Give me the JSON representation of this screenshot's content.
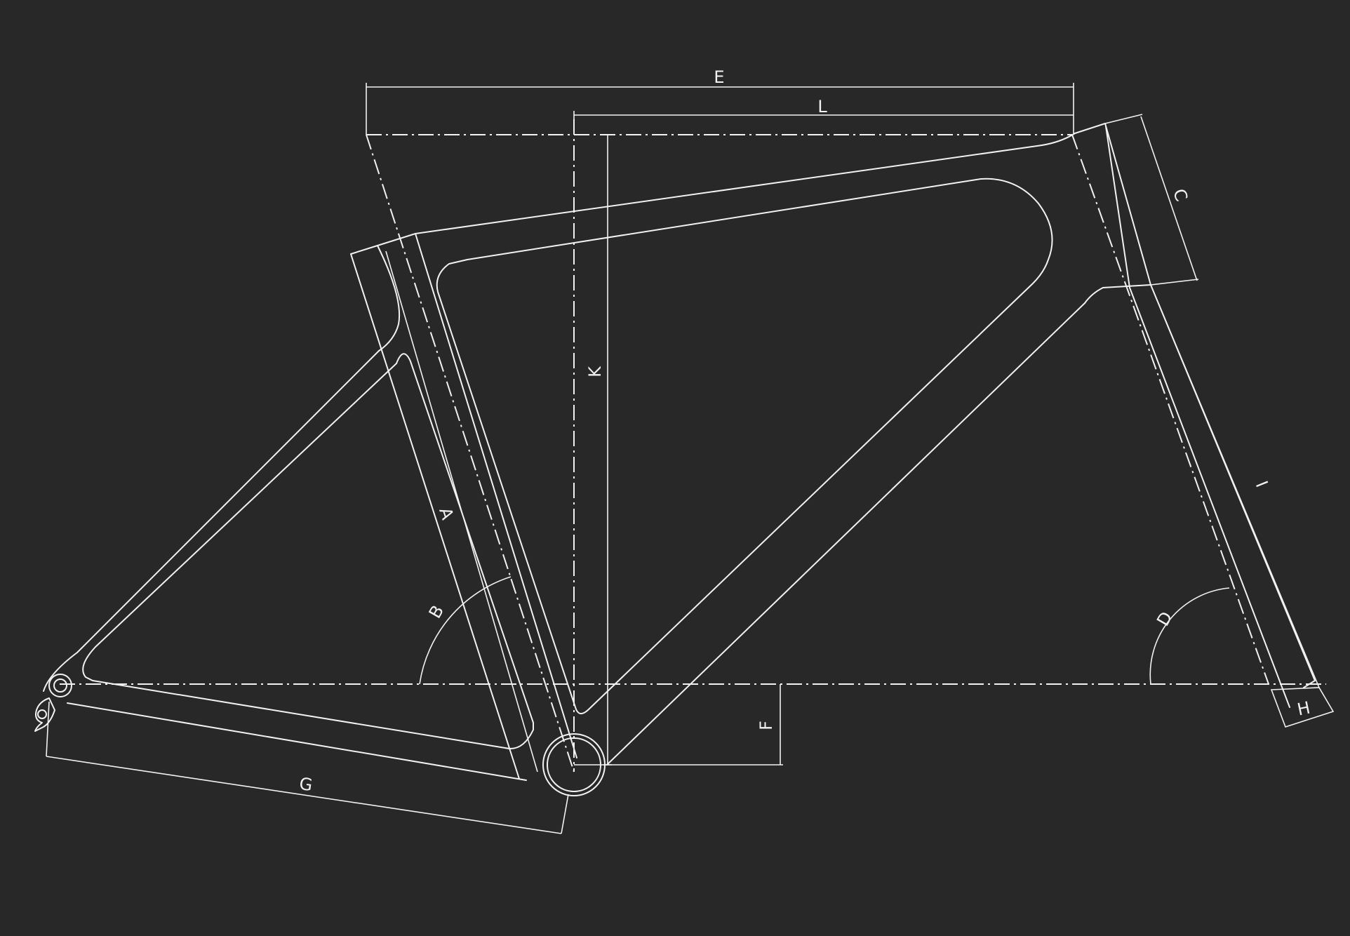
{
  "colors": {
    "background": "#282828",
    "stroke": "#f2f2f2"
  },
  "labels": {
    "A": "A",
    "B": "B",
    "C": "C",
    "D": "D",
    "E": "E",
    "F": "F",
    "G": "G",
    "H": "H",
    "I": "I",
    "K": "K",
    "L": "L"
  }
}
